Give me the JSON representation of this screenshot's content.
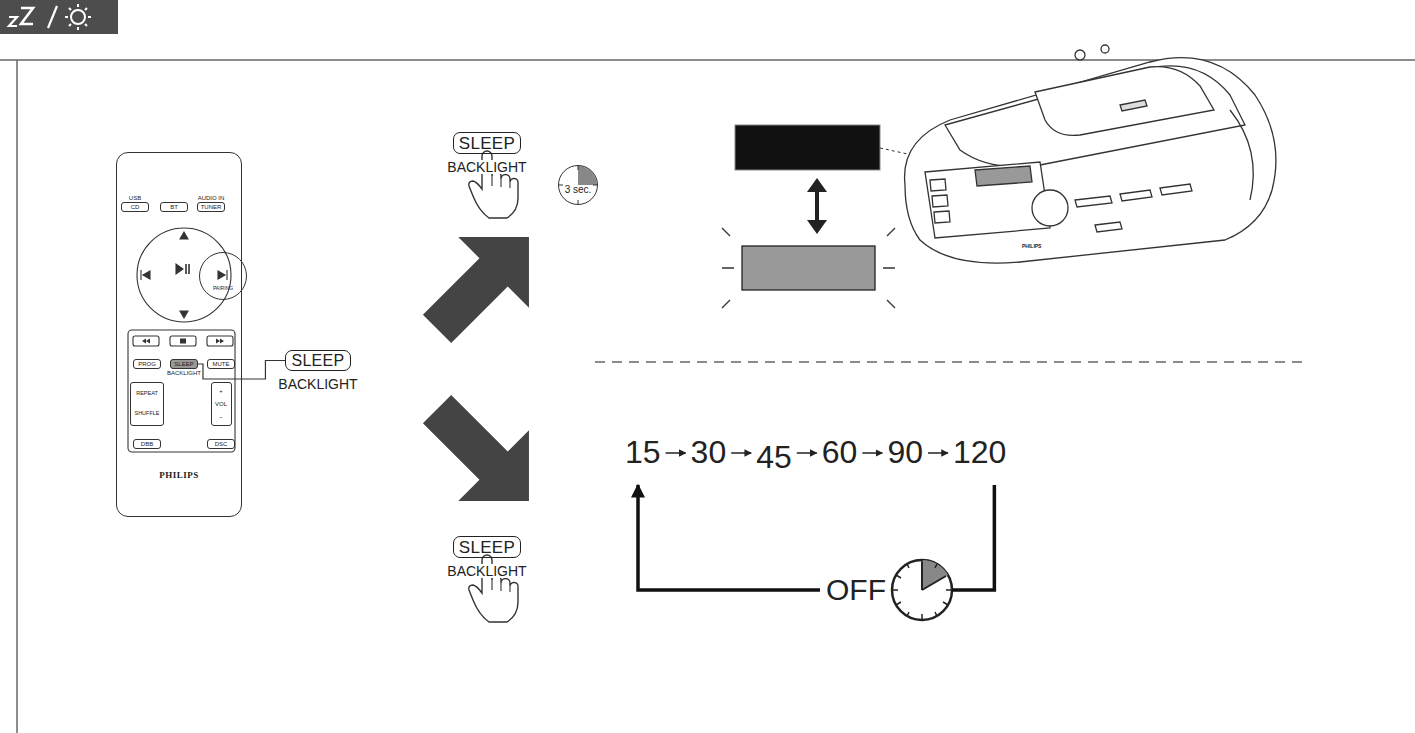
{
  "diagram": {
    "nodes": [
      {
        "text": [
          "PHILIPS"
        ]
      },
      {
        "text": [
          "USB",
          "CD"
        ],
        "in": 0
      },
      {
        "text": [
          "BT"
        ],
        "in": 0
      },
      {
        "text": [
          "AUDIO IN",
          "TUNER"
        ],
        "in": 0
      },
      {
        "text": [
          "PAIRING"
        ],
        "in": 0
      },
      {
        "text": [
          "PROG"
        ],
        "in": 0
      },
      {
        "text": [
          "SLEEP",
          "BACKLIGHT"
        ],
        "in": 0
      },
      {
        "text": [
          "MUTE"
        ],
        "in": 0
      },
      {
        "text": [
          "REPEAT",
          "SHUFFLE"
        ],
        "in": 0
      },
      {
        "text": [
          "+",
          "VOL",
          "−"
        ],
        "in": 0
      },
      {
        "text": [
          "DBB"
        ],
        "in": 0
      },
      {
        "text": [
          "DSC"
        ],
        "in": 0
      },
      {
        "text": [
          "SLEEP",
          "BACKLIGHT"
        ]
      },
      {
        "text": [
          "SLEEP",
          "BACKLIGHT"
        ]
      },
      {
        "text": [
          "3 sec."
        ]
      },
      {
        "text": [
          "SLEEP",
          "BACKLIGHT"
        ]
      }
    ],
    "edges": [
      {
        "from": 6,
        "to": 12,
        "arrow": "none"
      }
    ],
    "labels": [
      "15",
      "30",
      "45",
      "60",
      "90",
      "120",
      "OFF",
      "PHILIPS"
    ]
  }
}
